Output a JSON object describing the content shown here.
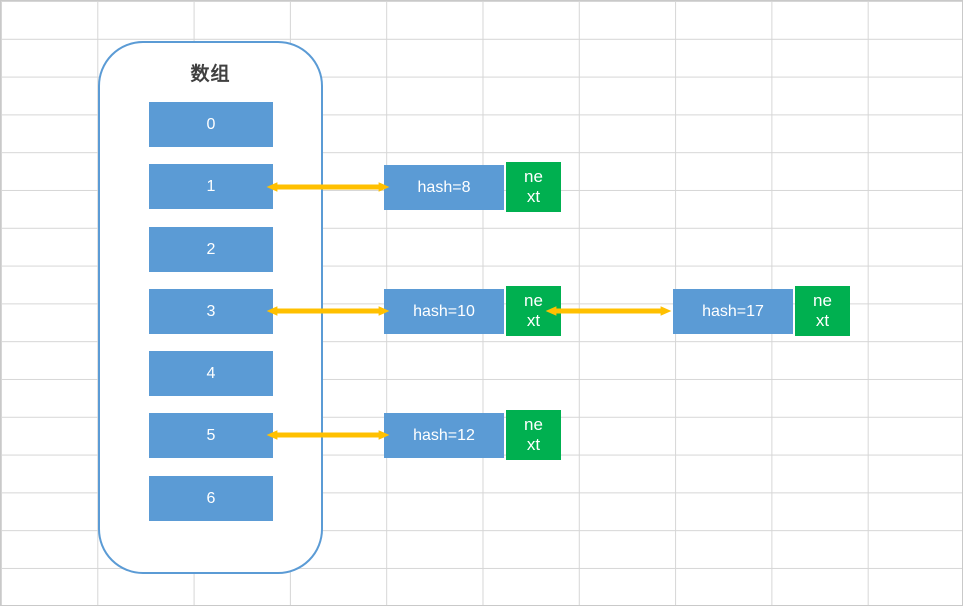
{
  "diagram": {
    "array": {
      "title": "数组",
      "slots": [
        "0",
        "1",
        "2",
        "3",
        "4",
        "5",
        "6"
      ]
    },
    "nodes": [
      {
        "label": "hash=8",
        "next_label": "next"
      },
      {
        "label": "hash=10",
        "next_label": "next"
      },
      {
        "label": "hash=12",
        "next_label": "next"
      },
      {
        "label": "hash=17",
        "next_label": "next"
      }
    ],
    "links": [
      {
        "from": "slot-1",
        "to": "node-hash8",
        "type": "double-headed-arrow"
      },
      {
        "from": "slot-3",
        "to": "node-hash10",
        "type": "double-headed-arrow"
      },
      {
        "from": "hash10-next",
        "to": "node-hash17",
        "type": "double-headed-arrow"
      },
      {
        "from": "slot-5",
        "to": "node-hash12",
        "type": "double-headed-arrow"
      }
    ],
    "colors": {
      "slot_fill": "#5B9BD5",
      "container_border": "#5B9BD5",
      "next_fill": "#00B050",
      "arrow": "#FFC000",
      "grid_line": "#D6D6D6",
      "text_on_fill": "#FFFFFF",
      "title_text": "#404040"
    }
  }
}
